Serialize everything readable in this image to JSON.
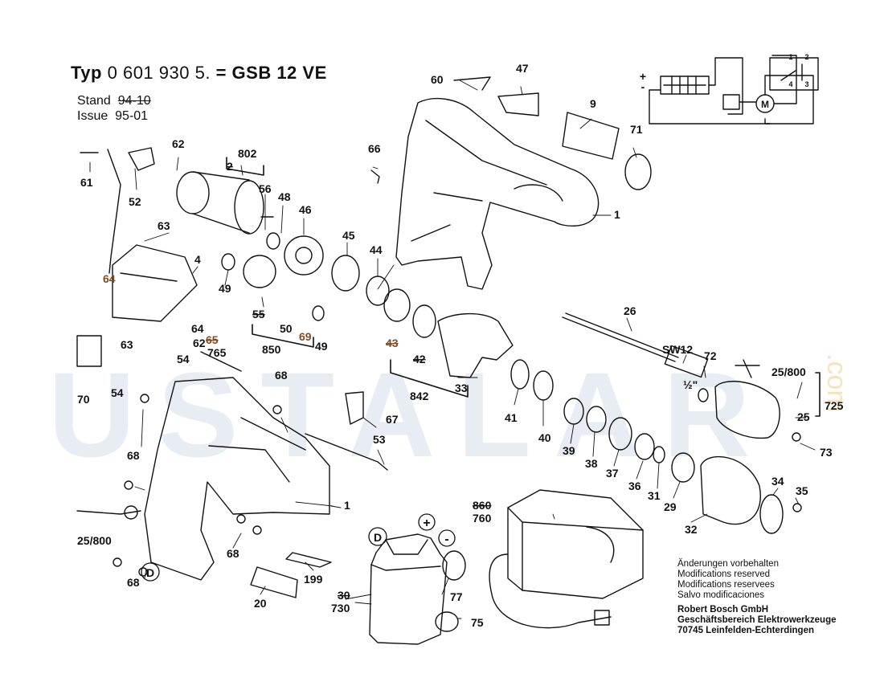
{
  "header": {
    "typ_label": "Typ",
    "typ_number": "0 601 930 5.",
    "model": "= GSB 12 VE",
    "stand_label": "Stand",
    "stand_value": "94-10",
    "issue_label": "Issue",
    "issue_value": "95-01"
  },
  "watermark": {
    "text": "USTALAR",
    "suffix": ".com"
  },
  "notes": {
    "lines": [
      "Änderungen vorbehalten",
      "Modifications reserved",
      "Modifications reservees",
      "Salvo modificaciones"
    ],
    "company": [
      "Robert Bosch GmbH",
      "Geschäftsbereich Elektrowerkzeuge",
      "70745 Leinfelden-Echterdingen"
    ]
  },
  "colors": {
    "ink": "#111111",
    "accent_brown": "#8a4a1e",
    "watermark_blue": "#9fb3cc",
    "watermark_orange": "#f0c27a"
  },
  "wiring_symbols": {
    "plus": "+",
    "minus": "-",
    "motor": "M",
    "contacts": [
      "1",
      "2",
      "3",
      "4"
    ]
  },
  "battery_symbols": {
    "plus": "+",
    "minus": "-"
  },
  "region_markers": [
    "D",
    "D"
  ],
  "part_labels": [
    {
      "text": "60",
      "strike": false,
      "brown": false
    },
    {
      "text": "47",
      "strike": false,
      "brown": false
    },
    {
      "text": "9",
      "strike": false,
      "brown": false
    },
    {
      "text": "71",
      "strike": false,
      "brown": false
    },
    {
      "text": "66",
      "strike": false,
      "brown": false
    },
    {
      "text": "1",
      "strike": false,
      "brown": false
    },
    {
      "text": "62",
      "strike": false,
      "brown": false
    },
    {
      "text": "802",
      "strike": false,
      "brown": false
    },
    {
      "text": "2",
      "strike": true,
      "brown": false
    },
    {
      "text": "61",
      "strike": false,
      "brown": false
    },
    {
      "text": "52",
      "strike": false,
      "brown": false
    },
    {
      "text": "56",
      "strike": false,
      "brown": false
    },
    {
      "text": "48",
      "strike": false,
      "brown": false
    },
    {
      "text": "46",
      "strike": false,
      "brown": false
    },
    {
      "text": "45",
      "strike": false,
      "brown": false
    },
    {
      "text": "44",
      "strike": false,
      "brown": false
    },
    {
      "text": "63",
      "strike": false,
      "brown": false
    },
    {
      "text": "4",
      "strike": false,
      "brown": false
    },
    {
      "text": "64",
      "strike": false,
      "brown": true
    },
    {
      "text": "49",
      "strike": false,
      "brown": false
    },
    {
      "text": "26",
      "strike": false,
      "brown": false
    },
    {
      "text": "55",
      "strike": true,
      "brown": false
    },
    {
      "text": "50",
      "strike": false,
      "brown": false
    },
    {
      "text": "69",
      "strike": false,
      "brown": true
    },
    {
      "text": "49",
      "strike": false,
      "brown": false
    },
    {
      "text": "64",
      "strike": false,
      "brown": false
    },
    {
      "text": "63",
      "strike": false,
      "brown": false
    },
    {
      "text": "62",
      "strike": false,
      "brown": false
    },
    {
      "text": "65",
      "strike": true,
      "brown": true
    },
    {
      "text": "765",
      "strike": false,
      "brown": false
    },
    {
      "text": "850",
      "strike": false,
      "brown": false
    },
    {
      "text": "43",
      "strike": true,
      "brown": true
    },
    {
      "text": "42",
      "strike": true,
      "brown": false
    },
    {
      "text": "SW12",
      "strike": false,
      "brown": false
    },
    {
      "text": "72",
      "strike": false,
      "brown": false
    },
    {
      "text": "25/800",
      "strike": false,
      "brown": false
    },
    {
      "text": "54",
      "strike": false,
      "brown": false
    },
    {
      "text": "70",
      "strike": false,
      "brown": false
    },
    {
      "text": "54",
      "strike": false,
      "brown": false
    },
    {
      "text": "68",
      "strike": false,
      "brown": false
    },
    {
      "text": "842",
      "strike": false,
      "brown": false
    },
    {
      "text": "33",
      "strike": false,
      "brown": false
    },
    {
      "text": "½\"",
      "strike": false,
      "brown": false
    },
    {
      "text": "725",
      "strike": false,
      "brown": false
    },
    {
      "text": "67",
      "strike": false,
      "brown": false
    },
    {
      "text": "41",
      "strike": false,
      "brown": false
    },
    {
      "text": "25",
      "strike": false,
      "brown": false
    },
    {
      "text": "73",
      "strike": false,
      "brown": false
    },
    {
      "text": "53",
      "strike": false,
      "brown": false
    },
    {
      "text": "40",
      "strike": false,
      "brown": false
    },
    {
      "text": "39",
      "strike": false,
      "brown": false
    },
    {
      "text": "38",
      "strike": false,
      "brown": false
    },
    {
      "text": "37",
      "strike": false,
      "brown": false
    },
    {
      "text": "36",
      "strike": false,
      "brown": false
    },
    {
      "text": "31",
      "strike": false,
      "brown": false
    },
    {
      "text": "68",
      "strike": false,
      "brown": false
    },
    {
      "text": "1",
      "strike": false,
      "brown": false
    },
    {
      "text": "29",
      "strike": false,
      "brown": false
    },
    {
      "text": "34",
      "strike": false,
      "brown": false
    },
    {
      "text": "35",
      "strike": false,
      "brown": false
    },
    {
      "text": "860",
      "strike": true,
      "brown": false
    },
    {
      "text": "760",
      "strike": false,
      "brown": false
    },
    {
      "text": "32",
      "strike": false,
      "brown": false
    },
    {
      "text": "25/800",
      "strike": false,
      "brown": false
    },
    {
      "text": "68",
      "strike": false,
      "brown": false
    },
    {
      "text": "68",
      "strike": false,
      "brown": false
    },
    {
      "text": "199",
      "strike": false,
      "brown": false
    },
    {
      "text": "77",
      "strike": false,
      "brown": false
    },
    {
      "text": "20",
      "strike": false,
      "brown": false
    },
    {
      "text": "30",
      "strike": true,
      "brown": false
    },
    {
      "text": "730",
      "strike": false,
      "brown": false
    },
    {
      "text": "75",
      "strike": false,
      "brown": false
    }
  ]
}
